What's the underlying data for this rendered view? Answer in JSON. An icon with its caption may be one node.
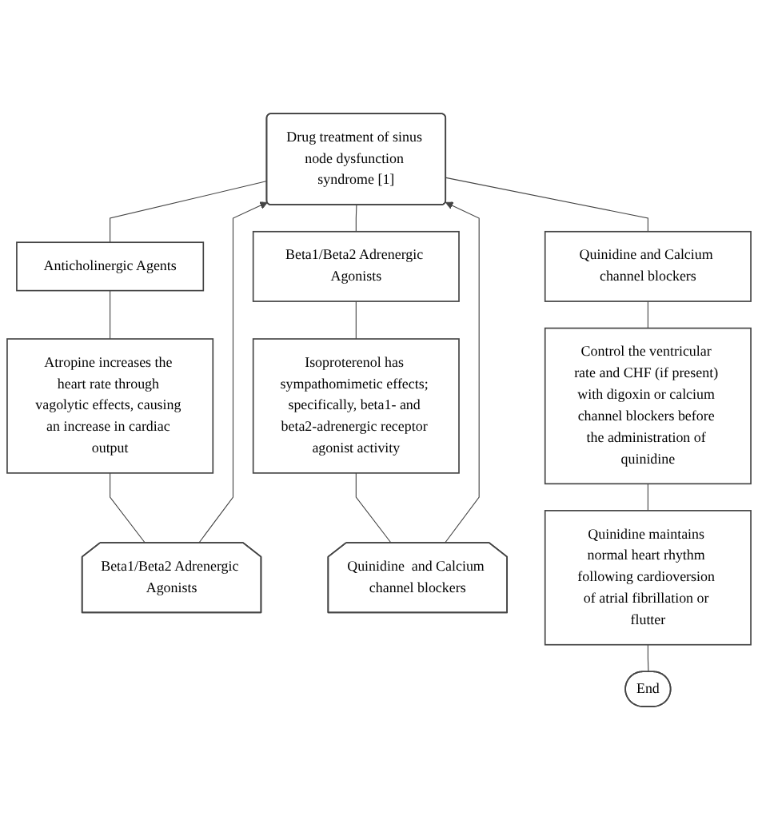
{
  "diagram": {
    "nodes": [
      {
        "text": [
          "Drug treatment of sinus node dysfunction syndrome [1]"
        ]
      },
      {
        "text": [
          "Anticholinergic Agents"
        ]
      },
      {
        "text": [
          "Beta1/Beta2 Adrenergic Agonists"
        ]
      },
      {
        "text": [
          "Quinidine and Calcium channel blockers"
        ]
      },
      {
        "text": [
          "Atropine increases the heart rate through vagolytic effects, causing an increase in cardiac output"
        ]
      },
      {
        "text": [
          "Isoproterenol has sympathomimetic effects; specifically, beta1- and beta2-adrenergic receptor agonist activity"
        ]
      },
      {
        "text": [
          "Control the ventricular rate and CHF (if present) with digoxin or calcium channel blockers before the administration of quinidine"
        ]
      },
      {
        "text": [
          "Beta1/Beta2 Adrenergic Agonists"
        ]
      },
      {
        "text": [
          "Quinidine  and Calcium channel blockers"
        ]
      },
      {
        "text": [
          "Quinidine maintains normal heart rhythm following cardioversion of atrial fibrillation or flutter"
        ]
      },
      {
        "text": [
          "End"
        ]
      }
    ],
    "edges": [
      {
        "from": 0,
        "to": 1,
        "arrow": "none"
      },
      {
        "from": 0,
        "to": 2,
        "arrow": "none"
      },
      {
        "from": 0,
        "to": 3,
        "arrow": "none"
      },
      {
        "from": 1,
        "to": 4,
        "arrow": "none"
      },
      {
        "from": 2,
        "to": 5,
        "arrow": "none"
      },
      {
        "from": 3,
        "to": 6,
        "arrow": "none"
      },
      {
        "from": 4,
        "to": 7,
        "arrow": "none"
      },
      {
        "from": 5,
        "to": 8,
        "arrow": "none"
      },
      {
        "from": 6,
        "to": 9,
        "arrow": "none"
      },
      {
        "from": 9,
        "to": 10,
        "arrow": "none"
      },
      {
        "from": 7,
        "to": 0,
        "arrow": "to"
      },
      {
        "from": 8,
        "to": 0,
        "arrow": "to"
      }
    ]
  }
}
